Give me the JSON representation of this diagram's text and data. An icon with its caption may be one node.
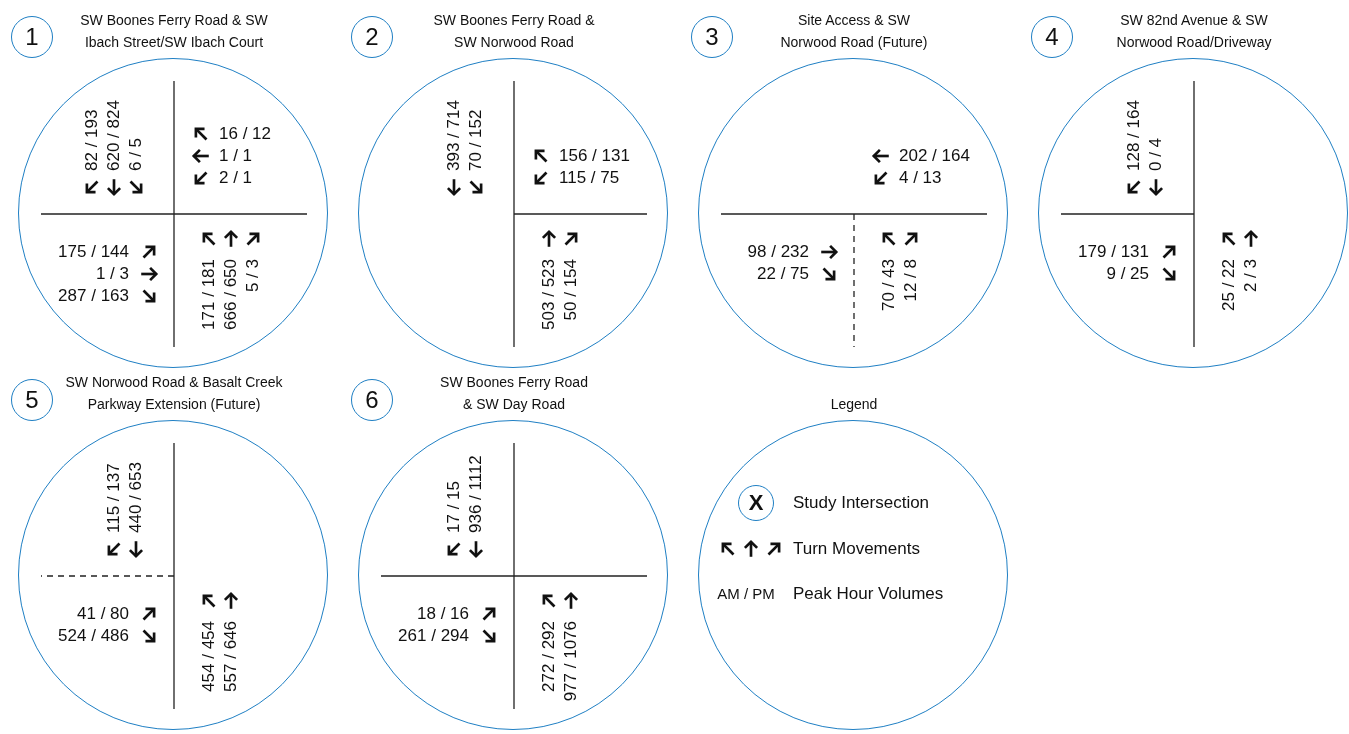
{
  "diagram": {
    "nodes": [
      {
        "text": [
          "1"
        ]
      },
      {
        "text": [
          "SW Boones Ferry Road & SW Ibach Street/SW Ibach Court",
          "82 / 193",
          "620 / 824",
          "6 / 5",
          "16 / 12",
          "1 / 1",
          "2 / 1",
          "175 / 144",
          "1 / 3",
          "287 / 163",
          "171 / 181",
          "666 / 650",
          "5 / 3"
        ]
      },
      {
        "text": [
          "2"
        ]
      },
      {
        "text": [
          "SW Boones Ferry Road & SW Norwood Road",
          "393 / 714",
          "70 / 152",
          "156 / 131",
          "115 / 75",
          "503 / 523",
          "50 / 154"
        ]
      },
      {
        "text": [
          "3"
        ]
      },
      {
        "text": [
          "Site Access & SW Norwood Road (Future)",
          "202 / 164",
          "4 / 13",
          "98 / 232",
          "22 / 75",
          "70 / 43",
          "12 / 8"
        ]
      },
      {
        "text": [
          "4"
        ]
      },
      {
        "text": [
          "SW 82nd Avenue & SW Norwood Road/Driveway",
          "128 / 164",
          "0 / 4",
          "179 / 131",
          "9 / 25",
          "25 / 22",
          "2 / 3"
        ]
      },
      {
        "text": [
          "5"
        ]
      },
      {
        "text": [
          "SW Norwood Road & Basalt Creek Parkway Extension (Future)",
          "115 / 137",
          "440 / 653",
          "41 / 80",
          "524 / 486",
          "454 / 454",
          "557 / 646"
        ]
      },
      {
        "text": [
          "6"
        ]
      },
      {
        "text": [
          "SW Boones Ferry Road & SW Day Road",
          "17 / 15",
          "936 / 1112",
          "18 / 16",
          "261 / 294",
          "272 / 292",
          "977 / 1076"
        ]
      },
      {
        "text": [
          "Legend",
          "Study Intersection",
          "Turn Movements",
          "AM / PM",
          "Peak Hour Volumes"
        ]
      },
      {
        "text": [
          "X"
        ],
        "in": 12
      }
    ]
  }
}
